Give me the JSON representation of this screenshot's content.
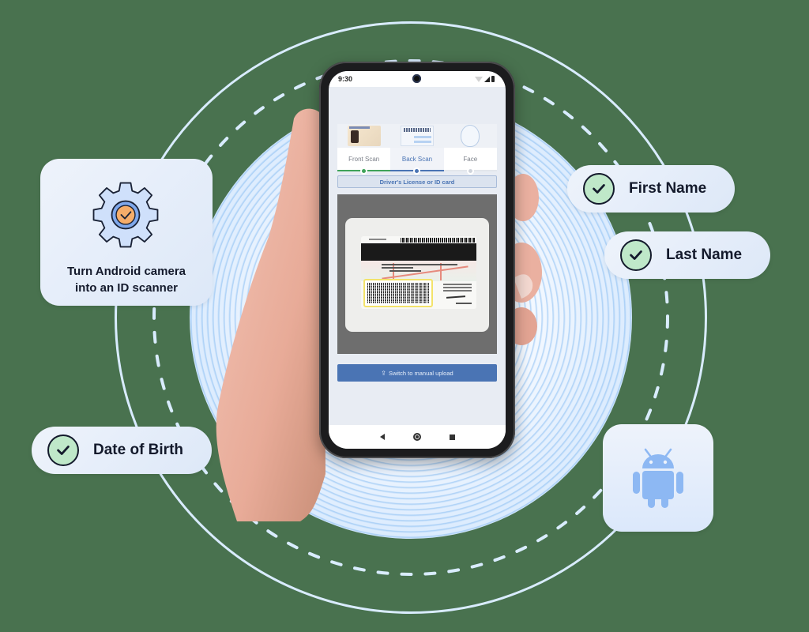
{
  "background_color": "#49724f",
  "phone": {
    "status_bar": {
      "time": "9:30",
      "icons": [
        "wifi-icon",
        "signal-icon",
        "battery-icon"
      ]
    },
    "scan_steps": [
      {
        "label": "Front Scan",
        "state": "complete",
        "color": "#3fa35a"
      },
      {
        "label": "Back Scan",
        "state": "active",
        "color": "#4a74b4"
      },
      {
        "label": "Face",
        "state": "pending",
        "color": "#cfd4dc"
      }
    ],
    "document_type": "Driver's License or ID card",
    "manual_upload_button": {
      "icon": "upload-icon",
      "label": "Switch to manual upload"
    },
    "nav_bar": [
      "back",
      "home",
      "recents"
    ]
  },
  "feature_card": {
    "icon": "gear-check-icon",
    "title_line1": "Turn Android camera",
    "title_line2": "into an ID scanner"
  },
  "extracted_fields": [
    {
      "label": "First Name",
      "checked": true
    },
    {
      "label": "Last Name",
      "checked": true
    },
    {
      "label": "Date of Birth",
      "checked": true
    }
  ],
  "platform_badge": {
    "icon": "android-icon",
    "color": "#8db8f3"
  },
  "colors": {
    "accent_blue": "#4a74b4",
    "check_green": "#bfe8c9",
    "ring": "#d9ecff",
    "text_dark": "#141a2c"
  }
}
